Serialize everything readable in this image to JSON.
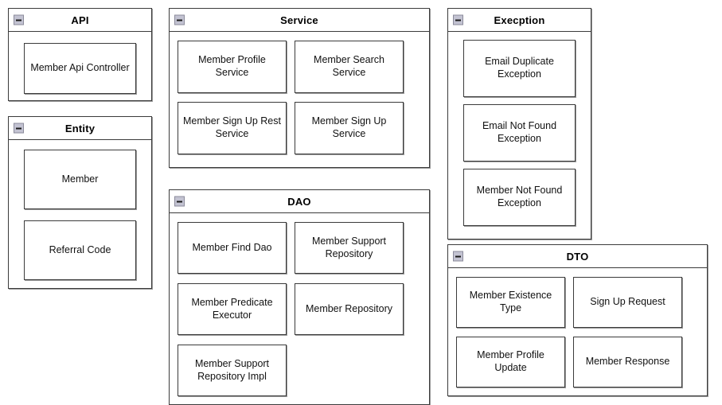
{
  "diagram": {
    "type": "uml-package-diagram",
    "background_color": "#ffffff",
    "border_color": "#3b3b3b",
    "collapse_icon_color": "#c3c3d2",
    "collapse_icon": "minus-icon"
  },
  "packages": [
    {
      "id": "api",
      "title": "API",
      "collapse_label": "−",
      "classes": [
        {
          "label": "Member Api Controller"
        }
      ]
    },
    {
      "id": "entity",
      "title": "Entity",
      "collapse_label": "−",
      "classes": [
        {
          "label": "Member"
        },
        {
          "label": "Referral Code"
        }
      ]
    },
    {
      "id": "service",
      "title": "Service",
      "collapse_label": "−",
      "classes": [
        {
          "label": "Member Profile Service"
        },
        {
          "label": "Member Search Service"
        },
        {
          "label": "Member Sign Up Rest Service"
        },
        {
          "label": "Member Sign Up Service"
        }
      ]
    },
    {
      "id": "dao",
      "title": "DAO",
      "collapse_label": "−",
      "classes": [
        {
          "label": "Member Find Dao"
        },
        {
          "label": "Member Support Repository"
        },
        {
          "label": "Member Predicate Executor"
        },
        {
          "label": "Member Repository"
        },
        {
          "label": "Member Support Repository Impl"
        }
      ]
    },
    {
      "id": "exception",
      "title": "Execption",
      "collapse_label": "−",
      "classes": [
        {
          "label": "Email Duplicate Exception"
        },
        {
          "label": "Email Not Found Exception"
        },
        {
          "label": "Member Not Found Exception"
        }
      ]
    },
    {
      "id": "dto",
      "title": "DTO",
      "collapse_label": "−",
      "classes": [
        {
          "label": "Member Existence Type"
        },
        {
          "label": "Sign Up Request"
        },
        {
          "label": "Member Profile Update"
        },
        {
          "label": "Member Response"
        }
      ]
    }
  ]
}
